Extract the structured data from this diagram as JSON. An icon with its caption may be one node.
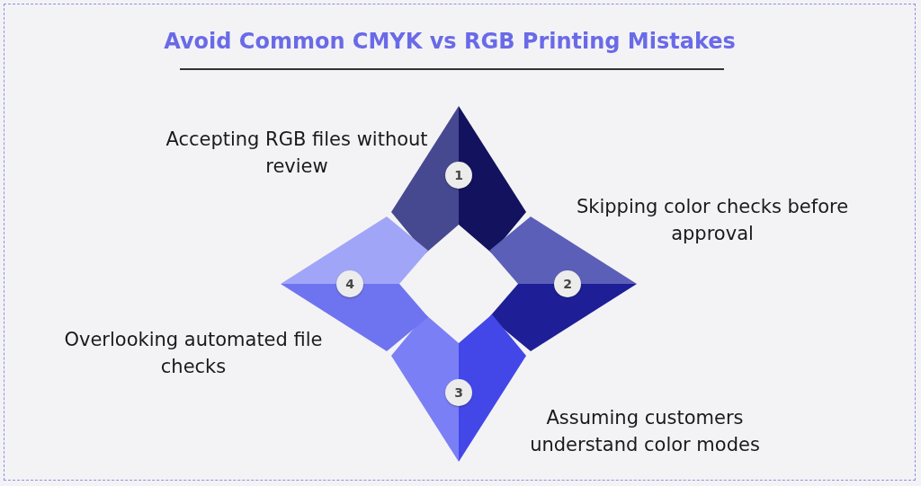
{
  "diagram": {
    "title": "Avoid Common CMYK vs RGB Printing Mistakes",
    "nodes": [
      {
        "text": [
          "1"
        ],
        "beside": [
          "Accepting RGB files without review"
        ]
      },
      {
        "text": [
          "2"
        ],
        "beside": [
          "Skipping color checks before approval"
        ]
      },
      {
        "text": [
          "3"
        ],
        "beside": [
          "Assuming customers understand color modes"
        ]
      },
      {
        "text": [
          "4"
        ],
        "beside": [
          "Overlooking automated file checks"
        ]
      }
    ]
  }
}
